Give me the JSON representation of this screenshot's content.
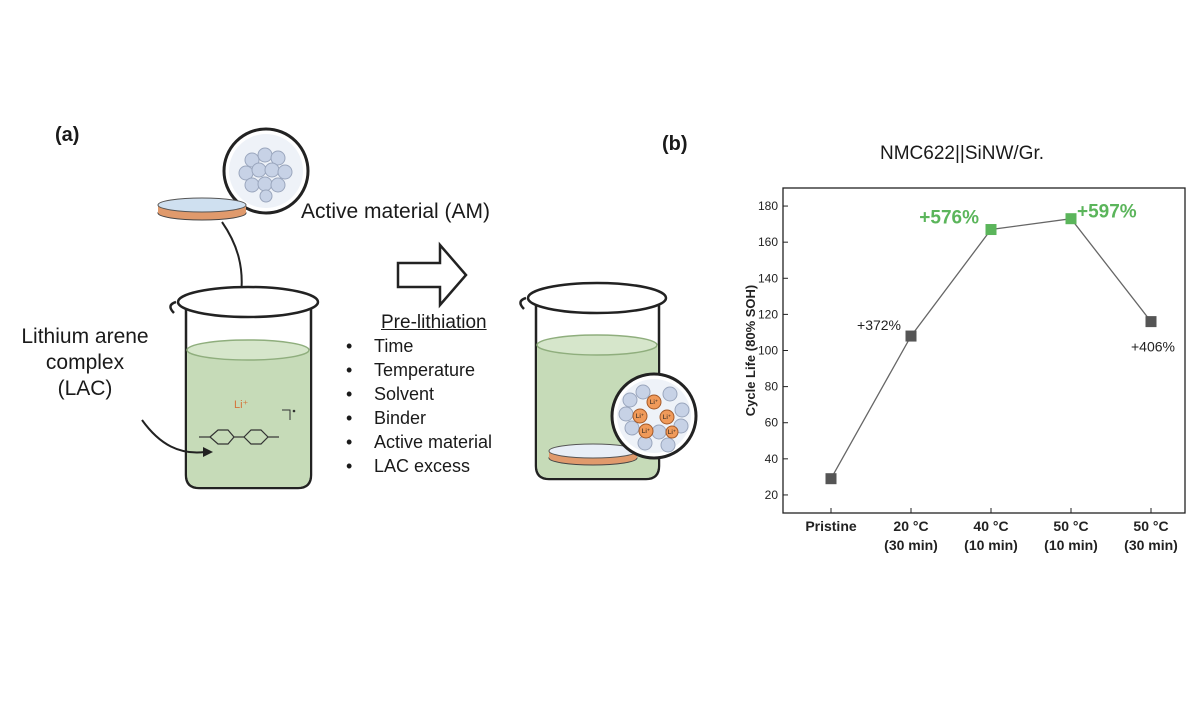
{
  "panel_a": {
    "label": "(a)",
    "active_material": "Active material (AM)",
    "lac_line1": "Lithium arene",
    "lac_line2": "complex",
    "lac_line3": "(LAC)",
    "li_ion": "Li⁺",
    "particle_li": "Li⁺",
    "prelithiation_title": "Pre-lithiation",
    "parameters": [
      "Time",
      "Temperature",
      "Solvent",
      "Binder",
      "Active material",
      "LAC excess"
    ]
  },
  "panel_b": {
    "label": "(b)",
    "title": "NMC622||SiNW/Gr."
  },
  "colors": {
    "solution": "#c6dbb8",
    "solution_edge": "#8fae7d",
    "highlight": "#5bb55b",
    "marker": "#555555",
    "electrode_top": "#cfe0f0",
    "electrode_bottom": "#e09a6c",
    "li_particle": "#f09a5a"
  },
  "chart_data": {
    "type": "line",
    "title": "NMC622||SiNW/Gr.",
    "ylabel": "Cycle Life (80% SOH)",
    "xlabel": "",
    "categories": [
      [
        "Pristine",
        ""
      ],
      [
        "20 °C",
        "(30 min)"
      ],
      [
        "40 °C",
        "(10 min)"
      ],
      [
        "50 °C",
        "(10 min)"
      ],
      [
        "50 °C",
        "(30 min)"
      ]
    ],
    "values": [
      29,
      108,
      167,
      173,
      116
    ],
    "ylim": [
      10,
      190
    ],
    "yticks": [
      20,
      40,
      60,
      80,
      100,
      120,
      140,
      160,
      180
    ],
    "annotations": [
      "",
      "+372%",
      "+576%",
      "+597%",
      "+406%"
    ],
    "highlight": [
      false,
      false,
      true,
      true,
      false
    ],
    "grid": false
  }
}
